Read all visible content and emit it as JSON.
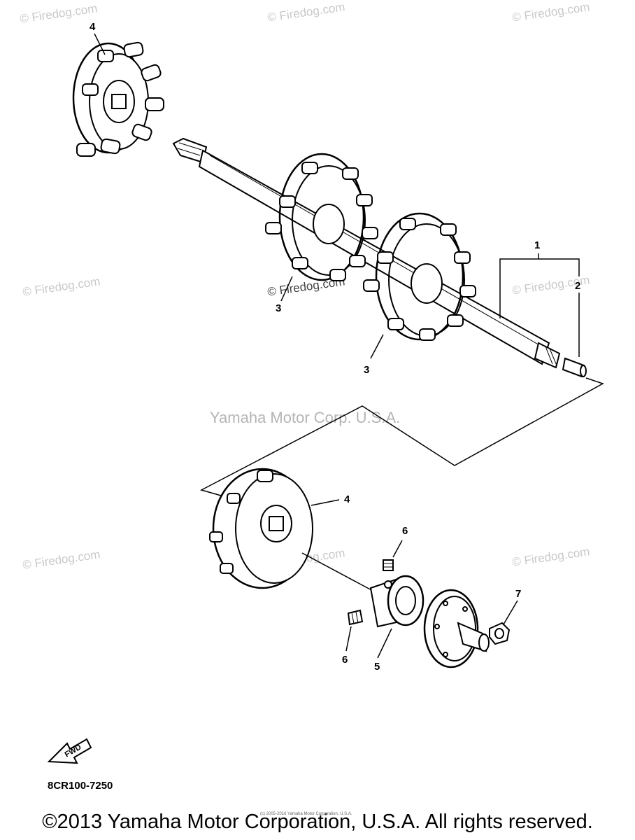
{
  "watermarks": {
    "text": "© Firedog.com",
    "center_text": "Yamaha Motor Corp. U.S.A.",
    "small_copyright": "(c) 2005-2016 Yamaha Motor Corporation, U.S.A."
  },
  "callouts": {
    "c1": "1",
    "c2": "2",
    "c3a": "3",
    "c3b": "3",
    "c4_top": "4",
    "c4_bottom": "4",
    "c5": "5",
    "c6_top": "6",
    "c6_bottom": "6",
    "c7": "7"
  },
  "fwd_label": "FWD",
  "part_code": "8CR100-7250",
  "copyright": "©2013 Yamaha Motor Corporation, U.S.A. All rights reserved.",
  "parts": [
    {
      "id": "1",
      "name": "drive-axle"
    },
    {
      "id": "2",
      "name": "axle-plug"
    },
    {
      "id": "3",
      "name": "drive-sprocket"
    },
    {
      "id": "4",
      "name": "outer-sprocket-wheel"
    },
    {
      "id": "5",
      "name": "bearing"
    },
    {
      "id": "6",
      "name": "set-screw"
    },
    {
      "id": "7",
      "name": "nut"
    }
  ],
  "colors": {
    "line": "#000000",
    "watermark": "#c9c9c9",
    "background": "#ffffff"
  }
}
